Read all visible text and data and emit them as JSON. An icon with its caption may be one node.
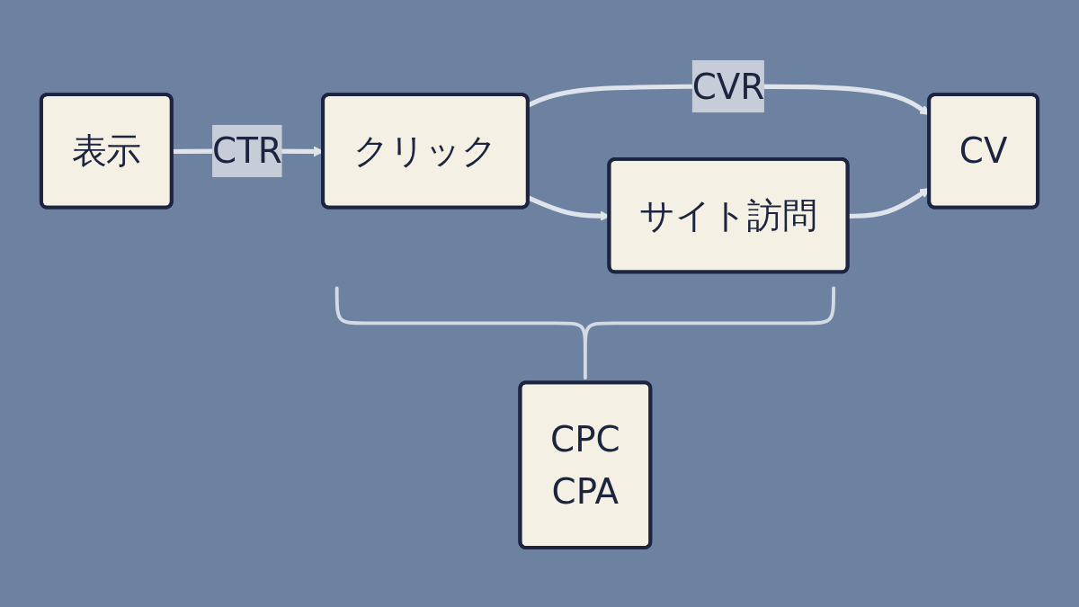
{
  "diagram": {
    "nodes": [
      {
        "text": [
          "表示"
        ]
      },
      {
        "text": [
          "クリック"
        ]
      },
      {
        "text": [
          "サイト訪問"
        ]
      },
      {
        "text": [
          "CV"
        ]
      },
      {
        "text": [
          "CPC",
          "CPA"
        ]
      }
    ],
    "edges": [
      {
        "from": 1,
        "to": 3,
        "arrow": "to",
        "label": "CVR"
      },
      {
        "from": 0,
        "to": 1,
        "arrow": "to",
        "label": "CTR"
      },
      {
        "from": 1,
        "to": 2,
        "arrow": "to"
      },
      {
        "from": 2,
        "to": 3,
        "arrow": "to"
      }
    ]
  }
}
